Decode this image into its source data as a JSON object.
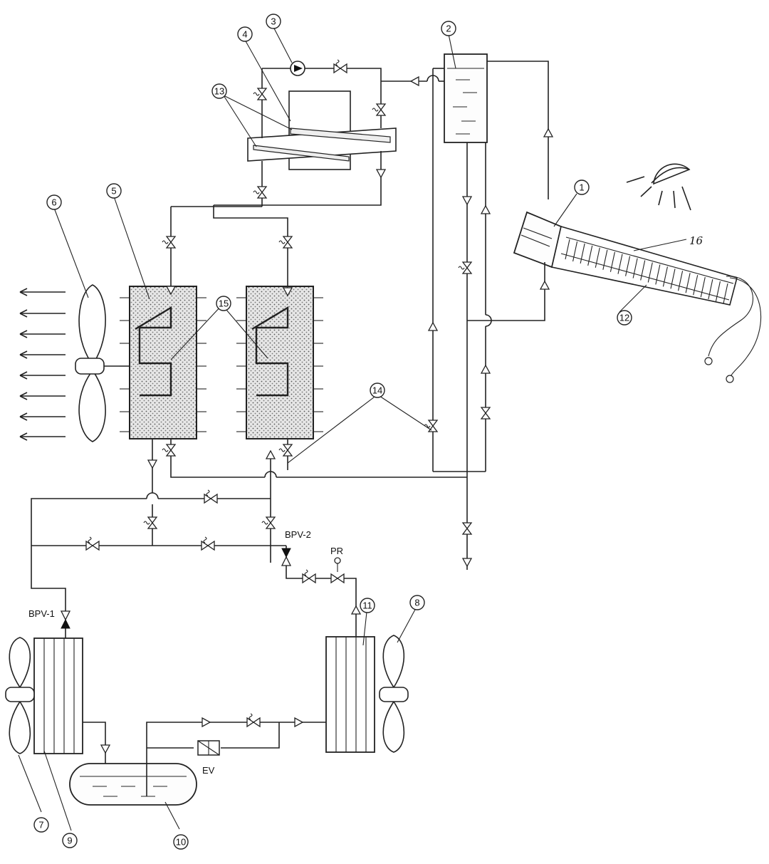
{
  "callouts": [
    "1",
    "2",
    "3",
    "4",
    "5",
    "6",
    "7",
    "8",
    "9",
    "10",
    "11",
    "12",
    "13",
    "14",
    "15",
    "16"
  ],
  "labels": {
    "bpv1": "BPV-1",
    "bpv2": "BPV-2",
    "pr": "PR",
    "ev": "EV"
  },
  "icons": {
    "sun": "sun-icon",
    "fan": "fan-icon",
    "pump": "pump-icon",
    "valve": "valve-icon"
  }
}
